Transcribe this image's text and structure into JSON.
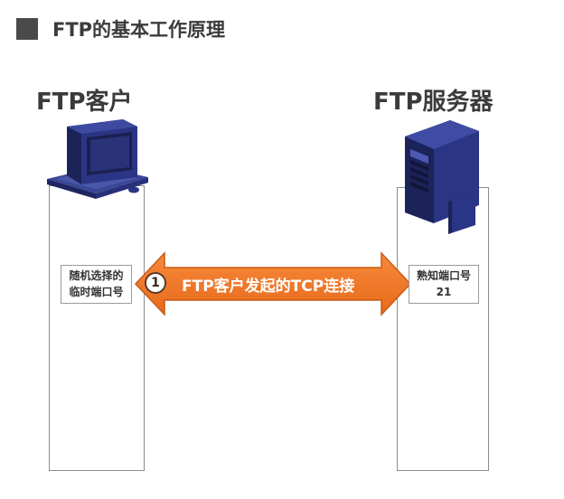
{
  "header": {
    "title": "FTP的基本工作原理"
  },
  "client": {
    "title": "FTP客户",
    "port_lines": [
      "随机选择的",
      "临时端口号"
    ]
  },
  "server": {
    "title": "FTP服务器",
    "port_lines": [
      "熟知端口号",
      "21"
    ]
  },
  "connection": {
    "step": "1",
    "label": "FTP客户发起的TCP连接"
  },
  "colors": {
    "arrow": "#F07C2A",
    "arrow_edge": "#C85A14",
    "device": "#2F3A8A",
    "lane_border": "#8c8c8c",
    "title_square": "#4a4a4a"
  },
  "icons": {
    "client": "desktop-computer-icon",
    "server": "tower-server-icon",
    "title_marker": "square-bullet-icon"
  }
}
